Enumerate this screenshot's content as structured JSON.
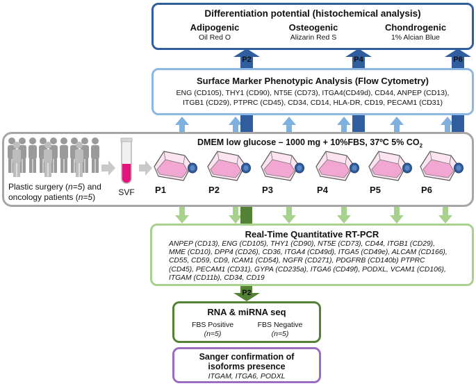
{
  "diff": {
    "title": "Differentiation potential (histochemical analysis)",
    "cols": [
      {
        "name": "Adipogenic",
        "stain": "Oil Red O"
      },
      {
        "name": "Osteogenic",
        "stain": "Alizarin Red S"
      },
      {
        "name": "Chondrogenic",
        "stain": "1% Alcian Blue"
      }
    ],
    "arrow_labels": [
      "P2",
      "P4",
      "P6"
    ]
  },
  "flow": {
    "title": "Surface Marker Phenotypic Analysis (Flow Cytometry)",
    "line1": "ENG (CD105), THY1 (CD90), NT5E (CD73), ITGA4(CD49d), CD44, ANPEP (CD13),",
    "line2": "ITGB1 (CD29), PTPRC (CD45), CD34, CD14, HLA-DR, CD19, PECAM1 (CD31)"
  },
  "culture": {
    "title_main": "DMEM low glucose – 1000 mg + 10%FBS, 37ºC 5% CO",
    "title_sub": "2",
    "patients_line1_a": "Plastic surgery (",
    "patients_line1_n": "n=5",
    "patients_line1_b": ") and",
    "patients_line2_a": "oncology patients (",
    "patients_line2_n": "n=5",
    "patients_line2_b": ")",
    "svf": "SVF",
    "passages": [
      "P1",
      "P2",
      "P3",
      "P4",
      "P5",
      "P6"
    ]
  },
  "pcr": {
    "title": "Real-Time Quantitative RT-PCR",
    "lines": [
      "ANPEP (CD13), ENG (CD105), THY1 (CD90), NT5E (CD73), CD44, ITGB1 (CD29),",
      "MME (CD10), DPP4 (CD26), CD36, ITGA4 (CD49d), ITGA5 (CD49e), ALCAM (CD166),",
      "CD55, CD59, CD9, ICAM1 (CD54), NGFR (CD271), PDGFRB (CD140b) PTPRC",
      "(CD45), PECAM1 (CD31), GYPA (CD235a), ITGA6 (CD49f), PODXL, VCAM1 (CD106),",
      "ITGAM (CD11b), CD34, CD19"
    ],
    "arrow_label": "P2"
  },
  "rna": {
    "title": "RNA & miRNA seq",
    "pos": "FBS Positive",
    "pos_n": "(n=5)",
    "neg": "FBS Negative",
    "neg_n": "(n=5)"
  },
  "sanger": {
    "title1": "Sanger confirmation of",
    "title2": "isoforms presence",
    "genes": "ITGAM, ITGA6, PODXL"
  },
  "colors": {
    "dark_blue": "#2f5d9e",
    "light_blue": "#8db6e0",
    "light_blue_arrow": "#7fb0de",
    "gray": "#a6a6a6",
    "light_green": "#a9d18e",
    "dark_green": "#548235",
    "purple": "#9c6bc4",
    "pink": "#f2a7d3",
    "magenta": "#e3147a"
  }
}
